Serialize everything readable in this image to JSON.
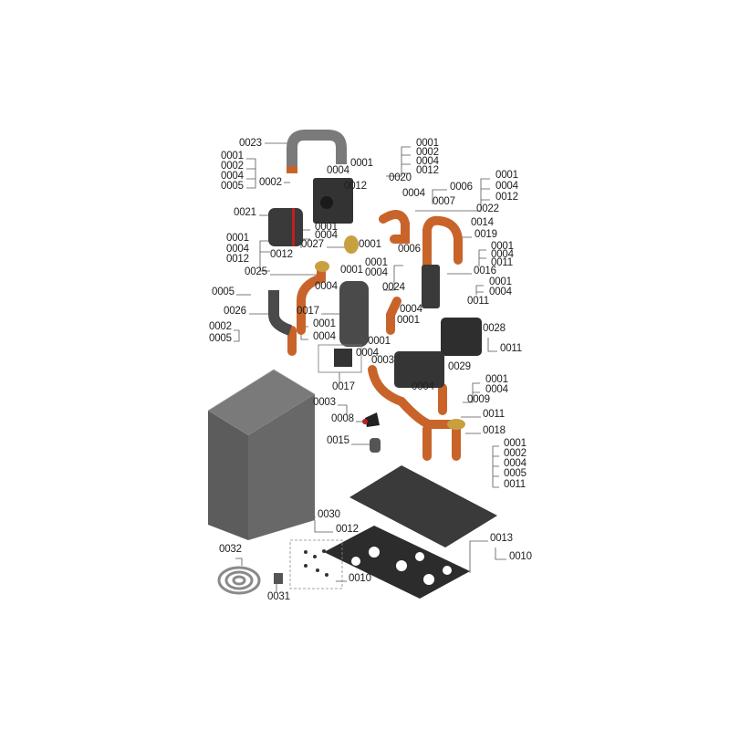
{
  "diagram": {
    "type": "exploded-parts-view",
    "colors": {
      "copper": "#c8642a",
      "dark_part": "#333333",
      "casing": "#666666",
      "gray_pipe": "#7a7a7a",
      "text": "#1e1e1e"
    },
    "callouts": [
      "0023",
      "0001",
      "0002",
      "0004",
      "0005",
      "0002",
      "0001",
      "0004",
      "0020",
      "0001",
      "0002",
      "0004",
      "0012",
      "0012",
      "0004",
      "0006",
      "0007",
      "0001",
      "0004",
      "0012",
      "0022",
      "0021",
      "0001",
      "0004",
      "0027",
      "0001",
      "0006",
      "0014",
      "0019",
      "0001",
      "0004",
      "0011",
      "0001",
      "0004",
      "0012",
      "0012",
      "0025",
      "0001",
      "0001",
      "0004",
      "0016",
      "0024",
      "0004",
      "0001",
      "0004",
      "0005",
      "0011",
      "0026",
      "0017",
      "0004",
      "0001",
      "0004",
      "0001",
      "0028",
      "0002",
      "0005",
      "0001",
      "0011",
      "0004",
      "0003",
      "0029",
      "0017",
      "0001",
      "0004",
      "0004",
      "0009",
      "0003",
      "0011",
      "0008",
      "0018",
      "0015",
      "0001",
      "0002",
      "0004",
      "0005",
      "0011",
      "0030",
      "0012",
      "0013",
      "0032",
      "0010",
      "0010",
      "0031"
    ]
  }
}
